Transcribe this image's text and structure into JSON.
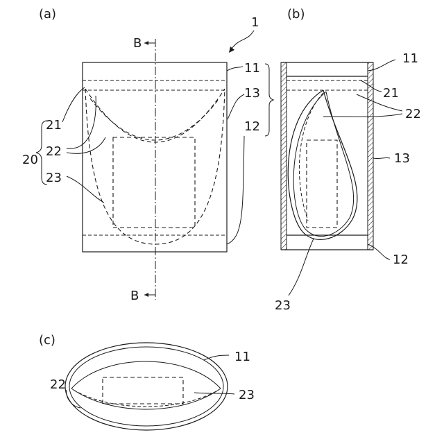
{
  "panels": {
    "a": "(a)",
    "b": "(b)",
    "c": "(c)"
  },
  "section_marks": {
    "top": "B",
    "bottom": "B"
  },
  "refs": {
    "r1": "1",
    "r11": "11",
    "r12": "12",
    "r13": "13",
    "r20": "20",
    "r21": "21",
    "r22": "22",
    "r23": "23"
  }
}
